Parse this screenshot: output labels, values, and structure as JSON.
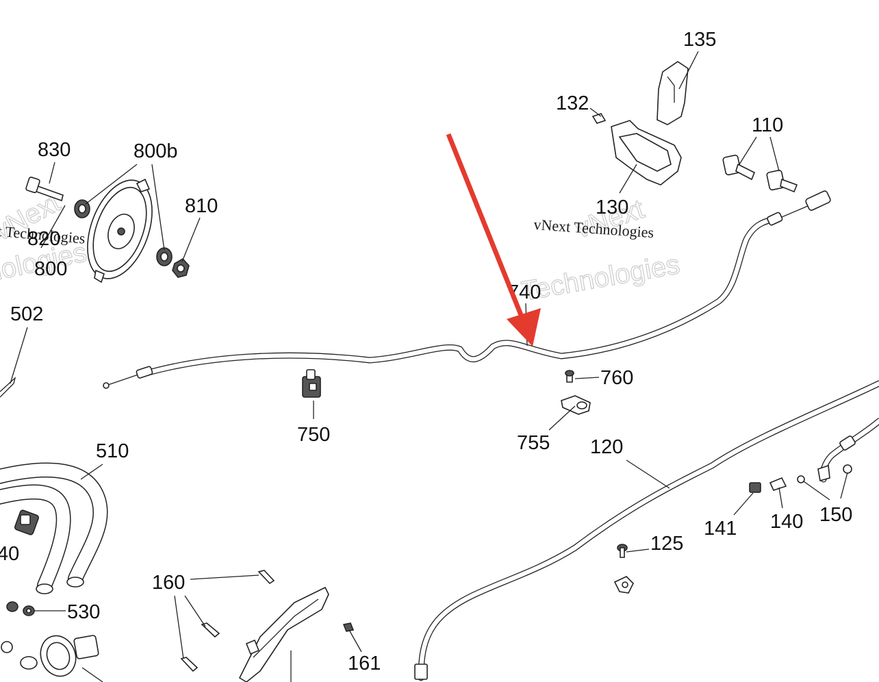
{
  "diagram": {
    "callouts": {
      "p135": "135",
      "p132": "132",
      "p110": "110",
      "p130": "130",
      "p830": "830",
      "p800b": "800b",
      "p810": "810",
      "p820": "820",
      "p800": "800",
      "p502": "502",
      "p740": "740",
      "p760": "760",
      "p750": "750",
      "p755": "755",
      "p120": "120",
      "p510": "510",
      "p141": "141",
      "p140a": "140",
      "p150": "150",
      "p125": "125",
      "p160": "160",
      "p161": "161",
      "p530": "530",
      "p140b": "40"
    },
    "watermarks": {
      "wm1_text": "vNext Technologies",
      "wm1_outline_a": "vNext",
      "wm1_outline_b": "Technologies",
      "wm2_text": "t Technologies",
      "wm2_outline_a": "vNext",
      "wm2_outline_b": "nologies"
    },
    "pointer_arrow_color": "#e33b2e"
  }
}
